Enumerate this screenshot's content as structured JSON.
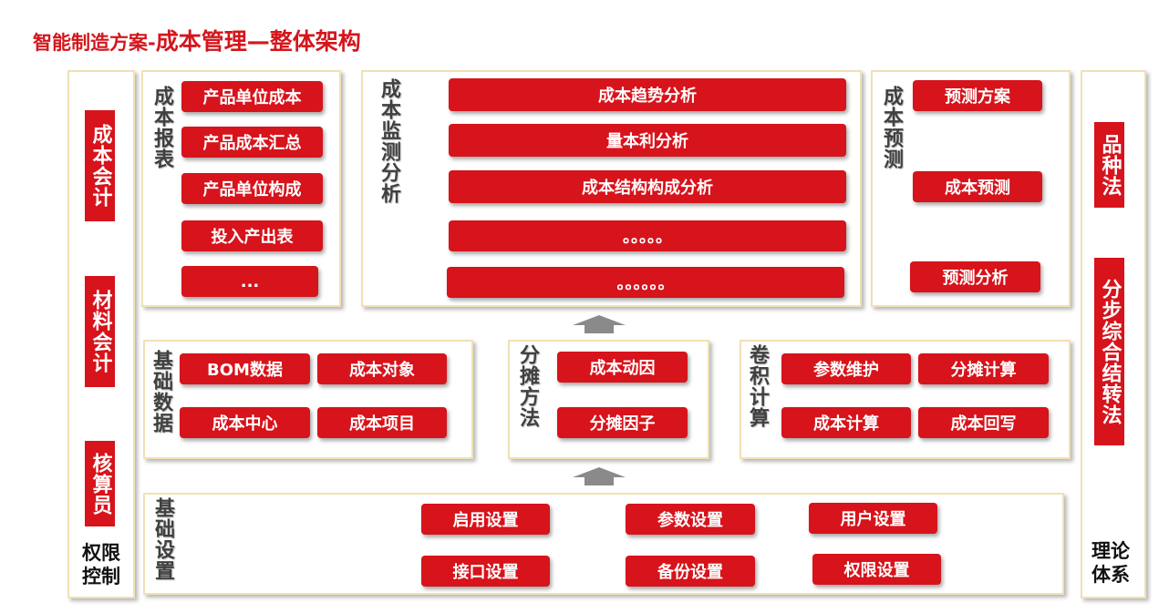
{
  "title": {
    "prefix": "智能制造方案-",
    "main": "成本管理—整体架构"
  },
  "left_col": {
    "items": [
      "成本会计",
      "材料会计",
      "核算员"
    ],
    "bottom": [
      "权限",
      "控制"
    ]
  },
  "right_col": {
    "items": [
      "品种法",
      "分步综合结转法"
    ],
    "bottom": [
      "理论",
      "体系"
    ]
  },
  "report": {
    "label": "成本报表",
    "buttons": [
      "产品单位成本",
      "产品成本汇总",
      "产品单位构成",
      "投入产出表",
      "..."
    ]
  },
  "monitor": {
    "label": "成本监测分析",
    "buttons": [
      "成本趋势分析",
      "量本利分析",
      "成本结构构成分析",
      "。。。。。",
      "。。。。。。"
    ]
  },
  "forecast": {
    "label": "成本预测",
    "buttons": [
      "预测方案",
      "成本预测",
      "预测分析"
    ]
  },
  "basedata": {
    "label": "基础数据",
    "buttons": [
      "BOM数据",
      "成本对象",
      "成本中心",
      "成本项目"
    ]
  },
  "allocation": {
    "label": "分摊方法",
    "buttons": [
      "成本动因",
      "分摊因子"
    ]
  },
  "rollup": {
    "label": "卷积计算",
    "buttons": [
      "参数维护",
      "分摊计算",
      "成本计算",
      "成本回写"
    ]
  },
  "settings": {
    "label": "基础设置",
    "buttons": [
      "启用设置",
      "参数设置",
      "用户设置",
      "接口设置",
      "备份设置",
      "权限设置"
    ]
  },
  "colors": {
    "accent_red": "#d7131b",
    "panel_border": "#f0e1b4",
    "arrow_gray": "#8a8a8a"
  }
}
